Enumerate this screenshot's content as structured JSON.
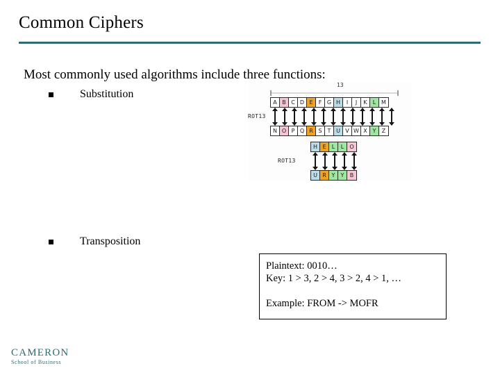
{
  "slide": {
    "title": "Common Ciphers",
    "rule_color": "#2c6b70",
    "lead_line": "Most commonly used algorithms include three functions:",
    "bullets": [
      {
        "label": "Substitution"
      },
      {
        "label": "Transposition"
      }
    ]
  },
  "rot_figure": {
    "span_label": "13",
    "rot_label_alpha": "ROT13",
    "rot_label_word": "ROT13",
    "alphabet_top": [
      {
        "letter": "A",
        "color": "white"
      },
      {
        "letter": "B",
        "color": "pink"
      },
      {
        "letter": "C",
        "color": "white"
      },
      {
        "letter": "D",
        "color": "white"
      },
      {
        "letter": "E",
        "color": "orange"
      },
      {
        "letter": "F",
        "color": "white"
      },
      {
        "letter": "G",
        "color": "white"
      },
      {
        "letter": "H",
        "color": "blue"
      },
      {
        "letter": "I",
        "color": "white"
      },
      {
        "letter": "J",
        "color": "white"
      },
      {
        "letter": "K",
        "color": "white"
      },
      {
        "letter": "L",
        "color": "green"
      },
      {
        "letter": "M",
        "color": "white"
      }
    ],
    "alphabet_bottom": [
      {
        "letter": "N",
        "color": "white"
      },
      {
        "letter": "O",
        "color": "pink"
      },
      {
        "letter": "P",
        "color": "white"
      },
      {
        "letter": "Q",
        "color": "white"
      },
      {
        "letter": "R",
        "color": "orange"
      },
      {
        "letter": "S",
        "color": "white"
      },
      {
        "letter": "T",
        "color": "white"
      },
      {
        "letter": "U",
        "color": "blue"
      },
      {
        "letter": "V",
        "color": "white"
      },
      {
        "letter": "W",
        "color": "white"
      },
      {
        "letter": "X",
        "color": "white"
      },
      {
        "letter": "Y",
        "color": "green"
      },
      {
        "letter": "Z",
        "color": "white"
      }
    ],
    "word_plain": [
      {
        "letter": "H",
        "color": "blue"
      },
      {
        "letter": "E",
        "color": "orange"
      },
      {
        "letter": "L",
        "color": "green"
      },
      {
        "letter": "L",
        "color": "green"
      },
      {
        "letter": "O",
        "color": "pink"
      }
    ],
    "word_cipher": [
      {
        "letter": "U",
        "color": "blue"
      },
      {
        "letter": "R",
        "color": "orange"
      },
      {
        "letter": "Y",
        "color": "green"
      },
      {
        "letter": "Y",
        "color": "green"
      },
      {
        "letter": "B",
        "color": "pink"
      }
    ],
    "swatches": {
      "pink": "#f7c6d4",
      "orange": "#f0a221",
      "blue": "#bcdcea",
      "green": "#9fe6a0",
      "white": "#ffffff"
    }
  },
  "transposition_box": {
    "line1": "Plaintext: 0010…",
    "line2": "Key: 1 > 3, 2 > 4, 3 > 2, 4  > 1, …",
    "line3": "Example:  FROM -> MOFR"
  },
  "footer": {
    "logo_main": "CAMERON",
    "logo_sub": "School of Business",
    "logo_color": "#2c6b70"
  }
}
